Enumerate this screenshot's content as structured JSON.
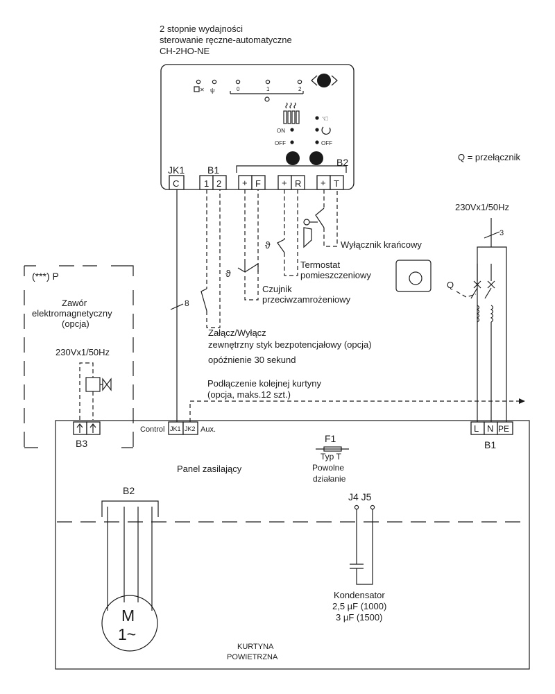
{
  "controller": {
    "line1": "2 stopnie wydajności",
    "line2": "sterowanie ręczne-automatyczne",
    "line3": "CH-2HO-NE",
    "scale": [
      "0",
      "1",
      "2"
    ],
    "on": "ON",
    "off1": "OFF",
    "off2": "OFF"
  },
  "terminals": {
    "jk1": "JK1",
    "b1": "B1",
    "b2": "B2",
    "c": "C",
    "one": "1",
    "two": "2",
    "plus1": "+",
    "f": "F",
    "plus2": "+",
    "r": "R",
    "plus3": "+",
    "t": "T"
  },
  "legend": {
    "q": "Q = przełącznik"
  },
  "supply_top": {
    "label": "230Vx1/50Hz",
    "wires": "3",
    "q": "Q"
  },
  "switches": {
    "limit": "Wyłącznik krańcowy",
    "thermostat1": "Termostat",
    "thermostat2": "pomieszczeniowy",
    "frost1": "Czujnik",
    "frost2": "przeciwzamrożeniowy",
    "ext1": "Załącz/Wyłącz",
    "ext2": "zewnętrzny styk bezpotencjałowy (opcja)",
    "ext3": "opóźnienie 30 sekund",
    "wire8": "8",
    "theta1": "ϑ",
    "theta2": "ϑ"
  },
  "valve": {
    "p": "(***) P",
    "l1": "Zawór",
    "l2": "elektromagnetyczny",
    "l3": "(opcja)",
    "supply": "230Vx1/50Hz",
    "b3": "B3"
  },
  "next": {
    "l1": "Podłączenie kolejnej kurtyny",
    "l2": "(opcja, maks.12 szt.)"
  },
  "panel": {
    "control": "Control",
    "jk1": "JK1",
    "jk2": "JK2",
    "aux": "Aux.",
    "title": "Panel zasilający",
    "f1": "F1",
    "fuse1": "Typ T",
    "fuse2": "Powolne",
    "fuse3": "działanie",
    "l": "L",
    "n": "N",
    "pe": "PE",
    "b1": "B1",
    "b2": "B2",
    "j4j5": "J4 J5",
    "m1": "M",
    "m2": "1~",
    "cap1": "Kondensator",
    "cap2": "2,5 µF (1000)",
    "cap3": "3 µF (1500)",
    "k1": "KURTYNA",
    "k2": "POWIETRZNA"
  }
}
